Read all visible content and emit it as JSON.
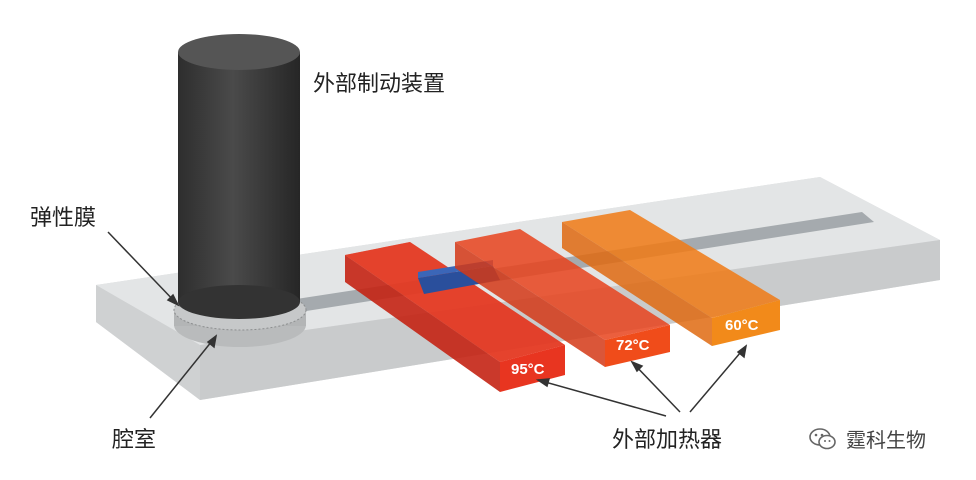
{
  "labels": {
    "actuator": "外部制动装置",
    "membrane": "弹性膜",
    "chamber": "腔室",
    "heaters": "外部加热器"
  },
  "heaters": [
    {
      "temp": "95°C",
      "color": "#e8321e"
    },
    {
      "temp": "72°C",
      "color": "#ef4c1a"
    },
    {
      "temp": "60°C",
      "color": "#f07a14"
    }
  ],
  "watermark": {
    "icon": "wechat-icon",
    "text": "霆科生物"
  },
  "colors": {
    "chip": "#dcdedf",
    "actuator": "#3f3f3f",
    "channel": "#9aa0a3",
    "sample_plug": "#2a4f9c"
  }
}
